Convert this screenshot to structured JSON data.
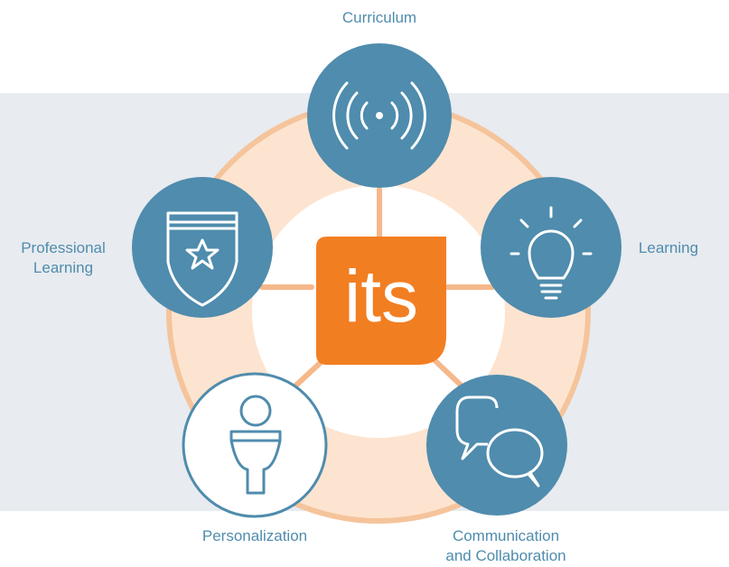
{
  "center": {
    "logo_text": "its"
  },
  "nodes": [
    {
      "id": "curriculum",
      "label": "Curriculum",
      "icon": "broadcast-signal-icon"
    },
    {
      "id": "learning",
      "label": "Learning",
      "icon": "lightbulb-icon"
    },
    {
      "id": "communication",
      "label": "Communication\nand Collaboration",
      "icon": "chat-bubbles-icon"
    },
    {
      "id": "personalization",
      "label": "Personalization",
      "icon": "person-icon"
    },
    {
      "id": "professional",
      "label": "Professional\nLearning",
      "icon": "shield-star-icon"
    }
  ],
  "colors": {
    "node_blue": "#4f8cad",
    "ring_peach": "#fde4d0",
    "ring_stroke": "#f5c49b",
    "connector": "#f5b88a",
    "logo_orange": "#f27e22",
    "band_gray": "#e8ebf0"
  }
}
